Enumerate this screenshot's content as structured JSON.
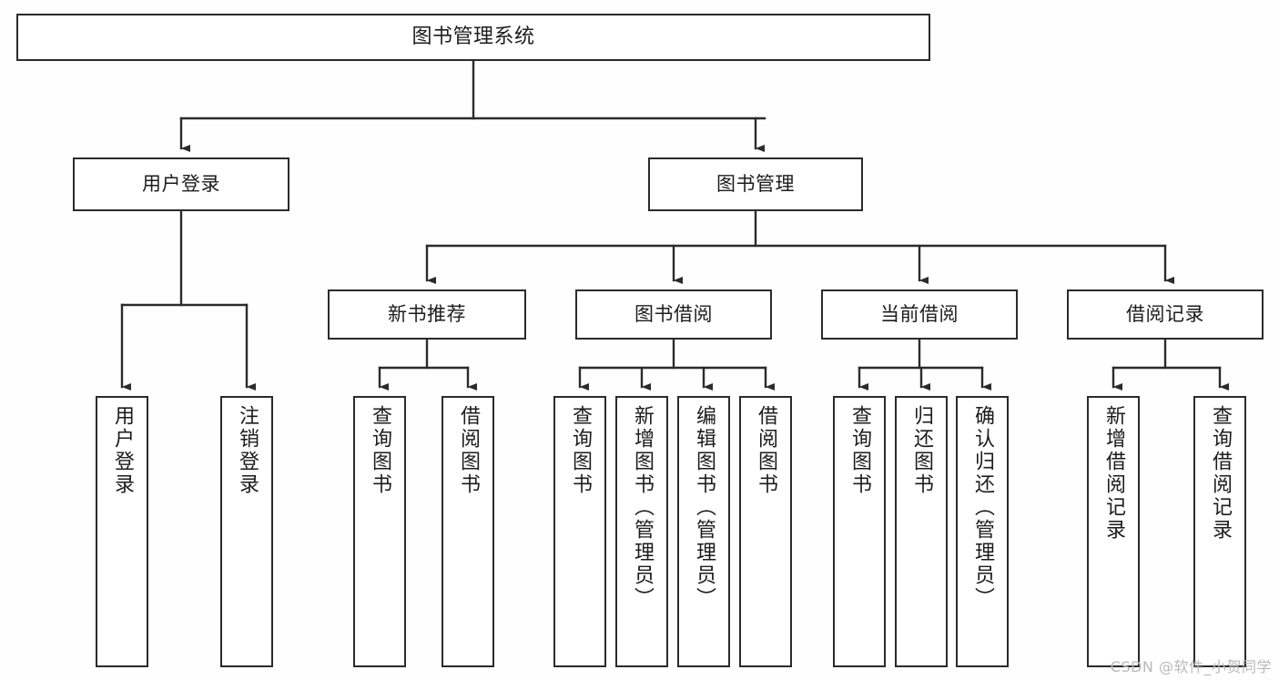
{
  "diagram": {
    "title": "图书管理系统",
    "type": "hierarchy-tree",
    "orientation": "top-down",
    "line_color": "#2b2b2b",
    "box_fill": "#ffffff",
    "text_color": "#1c1c1c",
    "background": "#fefefe"
  },
  "watermark": {
    "text": "CSDN @软件_小贺同学",
    "color": "#b9b9b9"
  },
  "nodes": {
    "root": {
      "label": "图书管理系统",
      "level": 1
    },
    "l2": [
      {
        "label": "用户登录",
        "level": 2
      },
      {
        "label": "图书管理",
        "level": 2
      }
    ],
    "l3": [
      {
        "label": "新书推荐",
        "level": 3
      },
      {
        "label": "图书借阅",
        "level": 3
      },
      {
        "label": "当前借阅",
        "level": 3
      },
      {
        "label": "借阅记录",
        "level": 3
      }
    ],
    "leaves_user_login": [
      {
        "label": "用户登录",
        "level": 3
      },
      {
        "label": "注销登录",
        "level": 3
      }
    ],
    "leaves_new_book": [
      {
        "label": "查询图书",
        "level": 4
      },
      {
        "label": "借阅图书",
        "level": 4
      }
    ],
    "leaves_borrow": [
      {
        "label": "查询图书",
        "level": 4
      },
      {
        "label": "新增图书（管理员）",
        "level": 4
      },
      {
        "label": "编辑图书（管理员）",
        "level": 4
      },
      {
        "label": "借阅图书",
        "level": 4
      }
    ],
    "leaves_current": [
      {
        "label": "查询图书",
        "level": 4
      },
      {
        "label": "归还图书",
        "level": 4
      },
      {
        "label": "确认归还（管理员）",
        "level": 4
      }
    ],
    "leaves_records": [
      {
        "label": "新增借阅记录",
        "level": 4
      },
      {
        "label": "查询借阅记录",
        "level": 4
      }
    ]
  }
}
